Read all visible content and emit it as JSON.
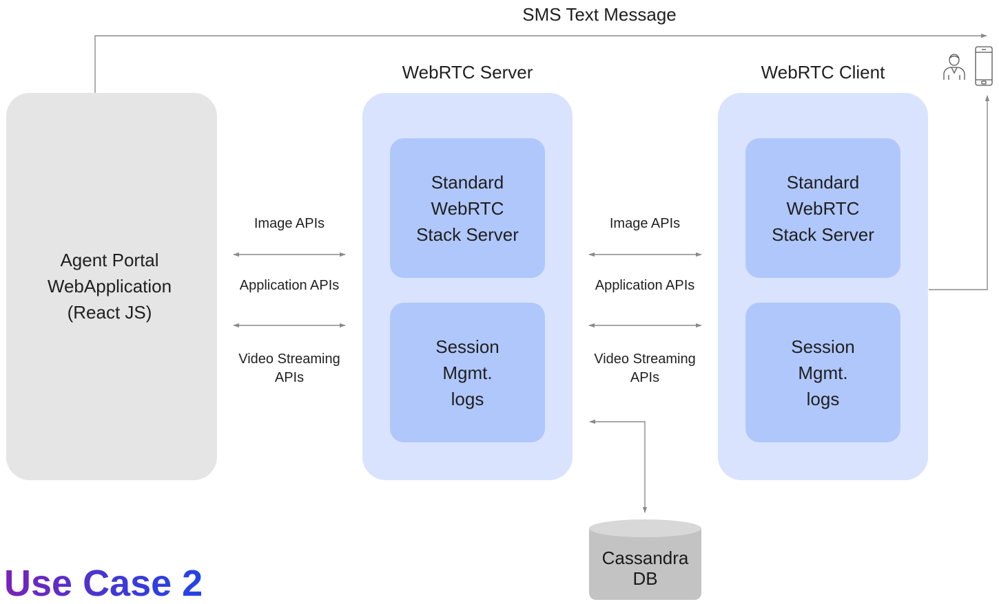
{
  "top_arrow": {
    "label": "SMS Text Message"
  },
  "agent_portal": {
    "lines": [
      "Agent Portal",
      "WebApplication",
      "(React JS)"
    ]
  },
  "webrtc_server": {
    "title": "WebRTC Server",
    "top_box": [
      "Standard",
      "WebRTC",
      "Stack Server"
    ],
    "bottom_box": [
      "Session",
      "Mgmt.",
      "logs"
    ]
  },
  "webrtc_client": {
    "title": "WebRTC Client",
    "top_box": [
      "Standard",
      "WebRTC",
      "Stack Server"
    ],
    "bottom_box": [
      "Session",
      "Mgmt.",
      "logs"
    ]
  },
  "api_links_left": {
    "image": "Image APIs",
    "application": "Application APIs",
    "video": [
      "Video Streaming",
      "APIs"
    ]
  },
  "api_links_right": {
    "image": "Image APIs",
    "application": "Application APIs",
    "video": [
      "Video Streaming",
      "APIs"
    ]
  },
  "database": {
    "lines": [
      "Cassandra",
      "DB"
    ]
  },
  "footer": {
    "title": "Use Case 2"
  },
  "icons": [
    "person-icon",
    "mobile-phone-icon"
  ],
  "colors": {
    "gray_panel": "#e6e5e5",
    "blue_panel": "#d9e3fe",
    "blue_inner": "#b0c7fc",
    "arrow": "#8a8a8a",
    "title_gradient": [
      "#7a22b8",
      "#2244e6"
    ]
  }
}
